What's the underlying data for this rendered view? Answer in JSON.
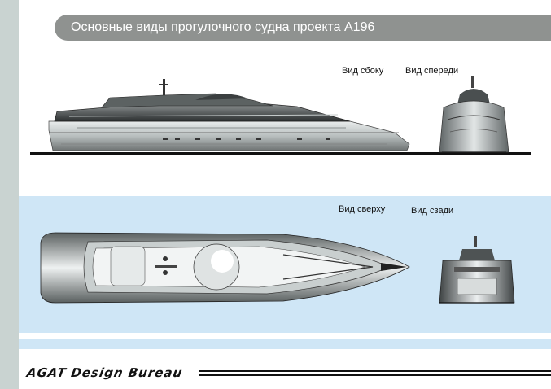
{
  "header": {
    "title": "Основные виды прогулочного судна проекта А196"
  },
  "views": {
    "side_label": "Вид сбоку",
    "front_label": "Вид спереди",
    "top_label": "Вид сверху",
    "rear_label": "Вид сзади"
  },
  "footer": {
    "brand": "AGAT Design Bureau"
  },
  "colors": {
    "title_bg": "#8f9290",
    "blue_band": "#cfe6f6",
    "left_strip": "#c9d3d1"
  }
}
